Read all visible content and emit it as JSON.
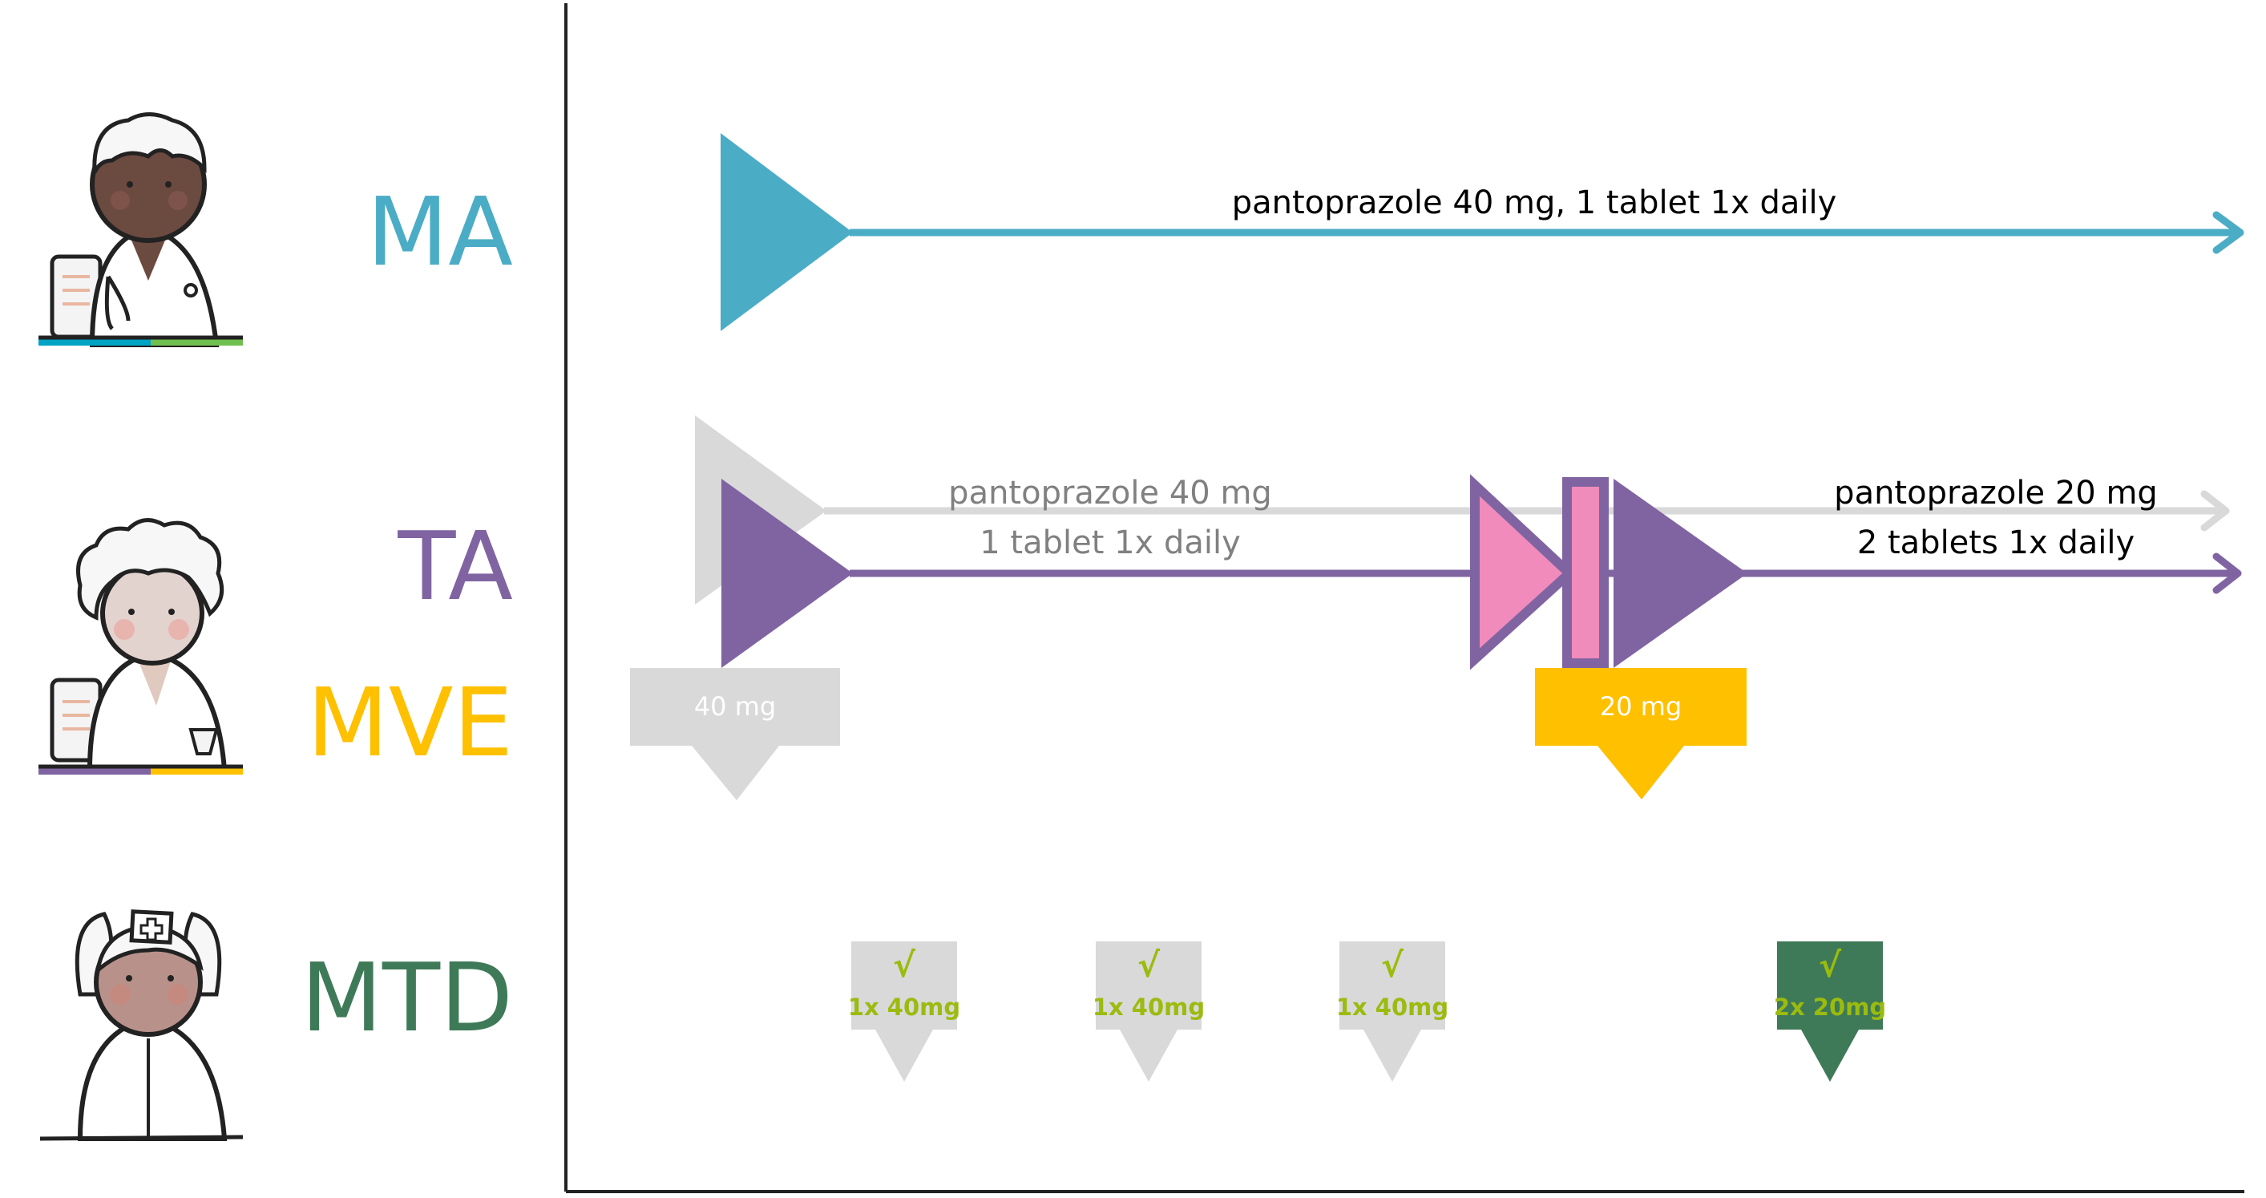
{
  "colors": {
    "ma": "#4BACC6",
    "ta": "#8064A2",
    "mve": "#FFC000",
    "mtd": "#3E7A58",
    "pink": "#F08BBB",
    "inactive": "#D9D9D9",
    "inactive_text": "#808080",
    "check": "#9BBB0E"
  },
  "roles": [
    {
      "id": "ma",
      "label": "MA",
      "avatar": "doctor-avatar"
    },
    {
      "id": "ta",
      "label": "TA",
      "avatar": "pharmacist-avatar"
    },
    {
      "id": "mve",
      "label": "MVE",
      "avatar": "pharmacist-avatar"
    },
    {
      "id": "mtd",
      "label": "MTD",
      "avatar": "nurse-avatar"
    }
  ],
  "timelines": {
    "ma": {
      "text": "pantoprazole 40 mg, 1 tablet 1x daily"
    },
    "ta_old": {
      "line1": "pantoprazole 40 mg",
      "line2": "1 tablet 1x daily",
      "state": "discontinued"
    },
    "ta_new": {
      "line1": "pantoprazole 20 mg",
      "line2": "2 tablets 1x daily",
      "state": "active"
    }
  },
  "dispense": [
    {
      "label": "40 mg",
      "state": "inactive"
    },
    {
      "label": "20 mg",
      "state": "active"
    }
  ],
  "administrations": [
    {
      "check": "√",
      "label": "1x 40mg",
      "state": "inactive"
    },
    {
      "check": "√",
      "label": "1x 40mg",
      "state": "inactive"
    },
    {
      "check": "√",
      "label": "1x 40mg",
      "state": "inactive"
    },
    {
      "check": "√",
      "label": "2x 20mg",
      "state": "active"
    }
  ]
}
